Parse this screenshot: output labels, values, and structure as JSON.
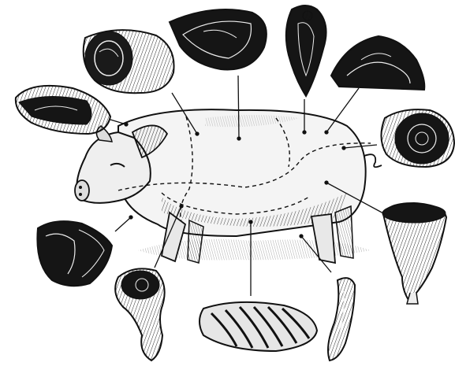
{
  "illustration": {
    "subject": "pig",
    "style": "engraving",
    "ink_color": "#111111",
    "paper_color": "#ffffff",
    "cuts": [
      {
        "id": "cut-top-left-roll"
      },
      {
        "id": "cut-top-center-chop"
      },
      {
        "id": "cut-top-right-narrow"
      },
      {
        "id": "cut-upper-right-wedge"
      },
      {
        "id": "cut-right-round"
      },
      {
        "id": "cut-lower-right-ham"
      },
      {
        "id": "cut-left-slab"
      },
      {
        "id": "cut-lower-left-layers"
      },
      {
        "id": "cut-bottom-left-hock"
      },
      {
        "id": "cut-bottom-ribs"
      },
      {
        "id": "cut-bottom-right-bone"
      }
    ]
  }
}
